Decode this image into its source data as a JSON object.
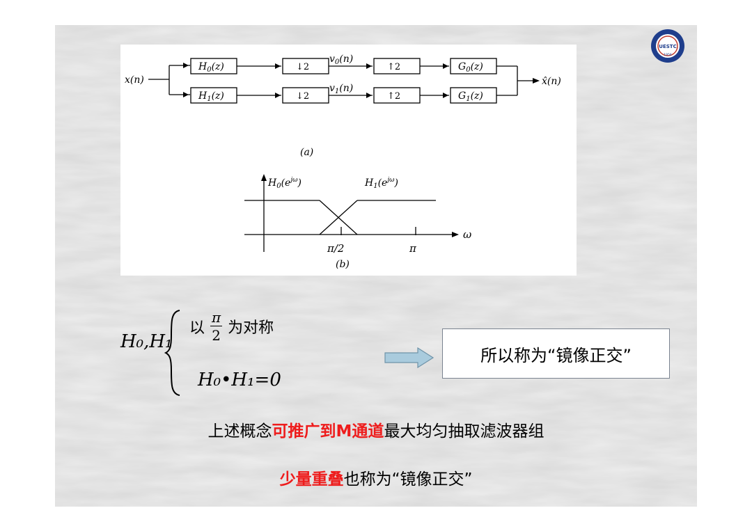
{
  "diagram": {
    "input": "x(n)",
    "output": "x̂(n)",
    "filters": {
      "h0": "H",
      "h0_sub": "0",
      "h1": "H",
      "h1_sub": "1",
      "g0": "G",
      "g0_sub": "0",
      "g1": "G",
      "g1_sub": "1",
      "arg": "(z)"
    },
    "down": "↓2",
    "up": "↑2",
    "v0": "v",
    "v0_sub": "0",
    "v1": "v",
    "v1_sub": "1",
    "varg": "(n)",
    "caption_a": "(a)",
    "caption_b": "(b)",
    "resp_h0": "H",
    "resp_h0_sub": "0",
    "resp_h1": "H",
    "resp_h1_sub": "1",
    "resp_arg_open": "(e",
    "resp_arg_sup": "jω",
    "resp_arg_close": ")",
    "tick_half": "π/2",
    "tick_pi": "π",
    "omega": "ω"
  },
  "equation": {
    "lhs": "H₀,H₁",
    "line1_prefix": "以",
    "frac_num": "π",
    "frac_den": "2",
    "line1_suffix": "为对称",
    "line2": "H₀•H₁=0"
  },
  "box_text": "所以称为“镜像正交”",
  "sentence1": {
    "part1": "上述概念",
    "part2": "可推广到M通道",
    "part3": "最大均匀抽取滤波器组"
  },
  "sentence2": {
    "part1": "少量重叠",
    "part2": "也称为“镜像正交”"
  },
  "logo": {
    "text": "UESTC",
    "year": "1956"
  },
  "colors": {
    "highlight": "#ee1c1c",
    "slide_bg": "#e6e6e6",
    "arrow_fill": "#a9cbdd"
  }
}
